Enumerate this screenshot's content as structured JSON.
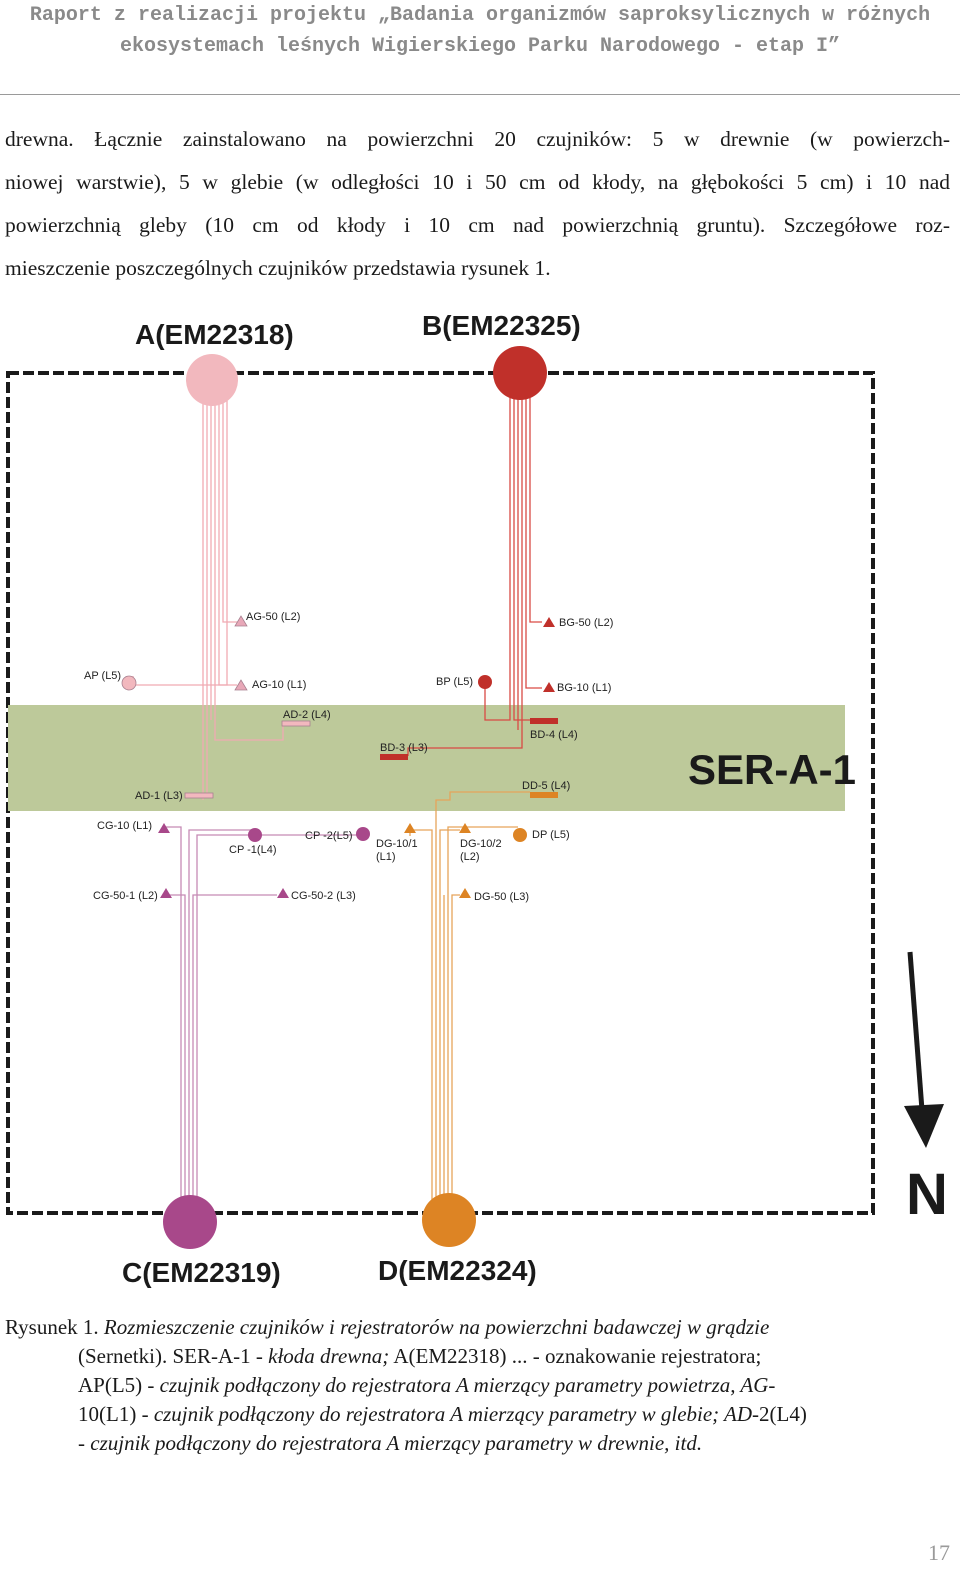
{
  "header": {
    "line1": "Raport z realizacji projektu „Badania organizmów saproksylicznych w różnych",
    "line2": "ekosystemach leśnych Wigierskiego Parku Narodowego - etap I”"
  },
  "body": {
    "lines": [
      "drewna. Łącznie zainstalowano na powierzchni 20 czujników: 5 w drewnie (w powierzch-",
      "niowej warstwie), 5 w glebie (w odległości 10 i 50 cm od kłody, na głębokości 5 cm) i 10 nad",
      "powierzchnią gleby (10 cm od kłody i 10 cm nad powierzchnią gruntu). Szczegółowe roz-",
      "mieszczenie poszczególnych czujników przedstawia rysunek 1."
    ]
  },
  "figure": {
    "loggers": {
      "A": {
        "label": "A(EM22318)",
        "color": "#f2b8be"
      },
      "B": {
        "label": "B(EM22325)",
        "color": "#c0302a"
      },
      "C": {
        "label": "C(EM22319)",
        "color": "#a8488a"
      },
      "D": {
        "label": "D(EM22324)",
        "color": "#dd8424"
      }
    },
    "log_label": "SER-A-1",
    "north_label": "N",
    "log_color": "#bdc99a",
    "sensors": {
      "ag50": "AG-50 (L2)",
      "bg50": "BG-50 (L2)",
      "ap": "AP (L5)",
      "ag10": "AG-10 (L1)",
      "bp": "BP (L5)",
      "bg10": "BG-10 (L1)",
      "ad2": "AD-2 (L4)",
      "bd4": "BD-4 (L4)",
      "bd3": "BD-3 (L3)",
      "dd5": "DD-5 (L4)",
      "ad1": "AD-1 (L3)",
      "cg10": "CG-10 (L1)",
      "cp1": "CP -1(L4)",
      "cp2": "CP -2(L5)",
      "dg101a": "DG-10/1",
      "dg101b": "(L1)",
      "dg102a": "DG-10/2",
      "dg102b": "(L2)",
      "dp": "DP (L5)",
      "cg501": "CG-50-1 (L2)",
      "cg502": "CG-50-2 (L3)",
      "dg50": "DG-50 (L3)"
    }
  },
  "caption": {
    "l1_a": "Rysunek 1. ",
    "l1_b": "Rozmieszczenie czujników i rejestratorów na powierzchni badawczej w grądzie",
    "l2_a": "(Sernetki). SER-A-1 - ",
    "l2_b": "kłoda drewna;",
    "l2_c": " A(EM22318) ... - oznakowanie rejestratora;",
    "l3_a": "AP(L5) - ",
    "l3_b": "czujnik podłączony do rejestratora A mierzący parametry powietrza, AG-",
    "l4_a": "10(L1) - ",
    "l4_b": "czujnik podłączony do rejestratora A mierzący parametry w glebie; AD-",
    "l4_c": "2(L4)",
    "l5_a": "- czujnik podłączony do rejestratora A mierzący parametry w drewnie, itd."
  },
  "page_number": "17"
}
